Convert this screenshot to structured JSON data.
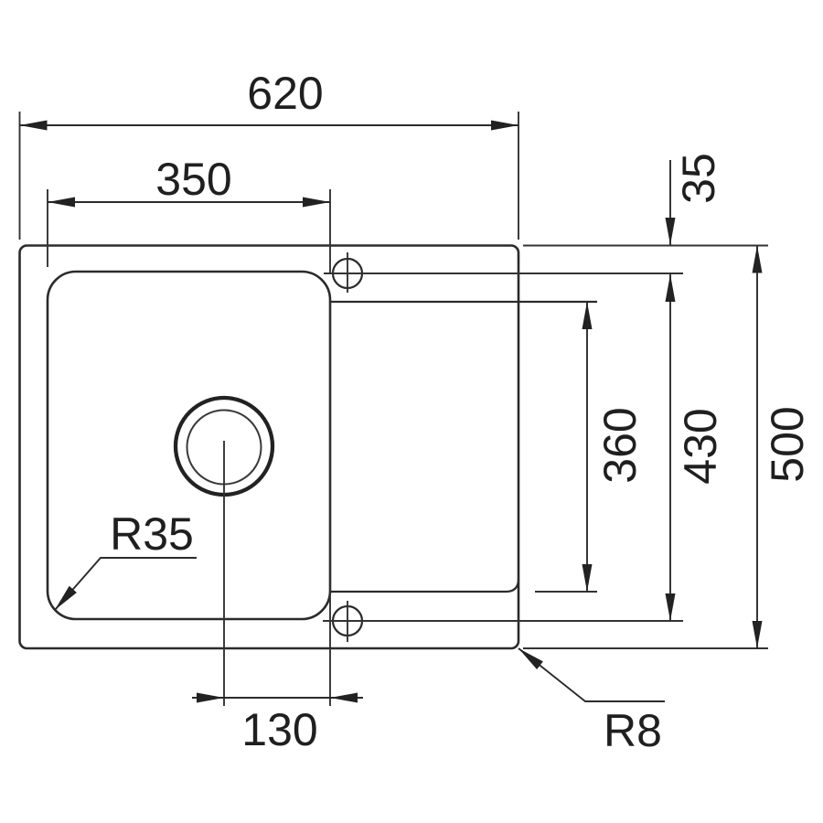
{
  "drawing": {
    "description": "Technical top-view dimension drawing of a single-bowl kitchen sink with drainer",
    "colors": {
      "background": "#ffffff",
      "line": "#2b2b2b",
      "text": "#1f1f1f"
    },
    "labels": {
      "overall_width": "620",
      "bowl_width": "350",
      "edge_to_hole": "35",
      "drainer_length": "360",
      "hole_to_hole": "430",
      "overall_depth": "500",
      "drain_offset": "130",
      "bowl_corner_radius": "R35",
      "outer_corner_radius": "R8"
    }
  }
}
